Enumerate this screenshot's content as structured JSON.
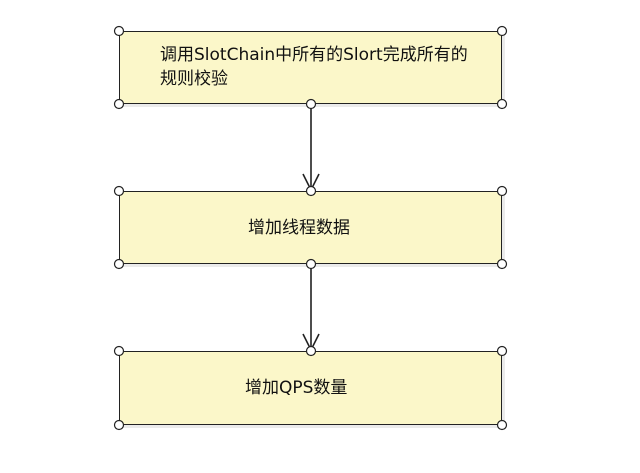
{
  "flowchart": {
    "nodes": [
      {
        "id": "n1",
        "label": "调用SlotChain中所有的Slort完成所有的规则校验"
      },
      {
        "id": "n2",
        "label": "增加线程数据"
      },
      {
        "id": "n3",
        "label": "增加QPS数量"
      }
    ],
    "edges": [
      {
        "from": "n1",
        "to": "n2"
      },
      {
        "from": "n2",
        "to": "n3"
      }
    ]
  },
  "colors": {
    "node_fill": "#fbf7c9",
    "node_border": "#222222",
    "edge": "#222222",
    "handle_fill": "#ffffff"
  }
}
